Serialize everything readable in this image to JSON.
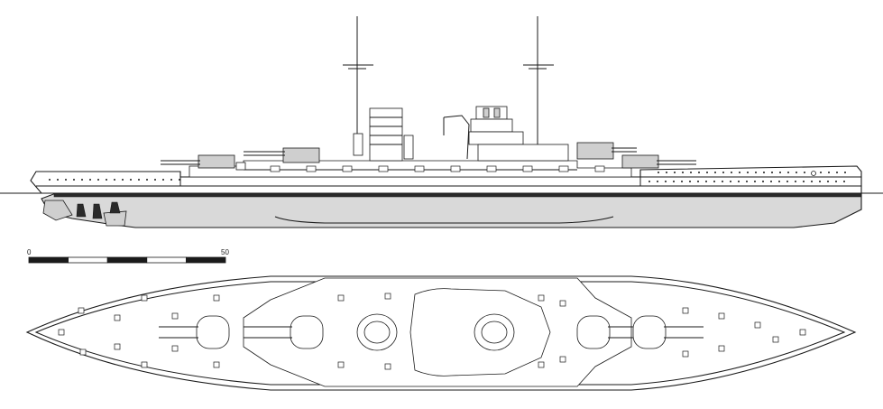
{
  "scale_bar": {
    "start_label": "0",
    "end_label": "50",
    "segments": 5
  },
  "colors": {
    "line": "#1a1a1a",
    "hull_gray": "#d9d9d9",
    "paper": "#ffffff"
  }
}
